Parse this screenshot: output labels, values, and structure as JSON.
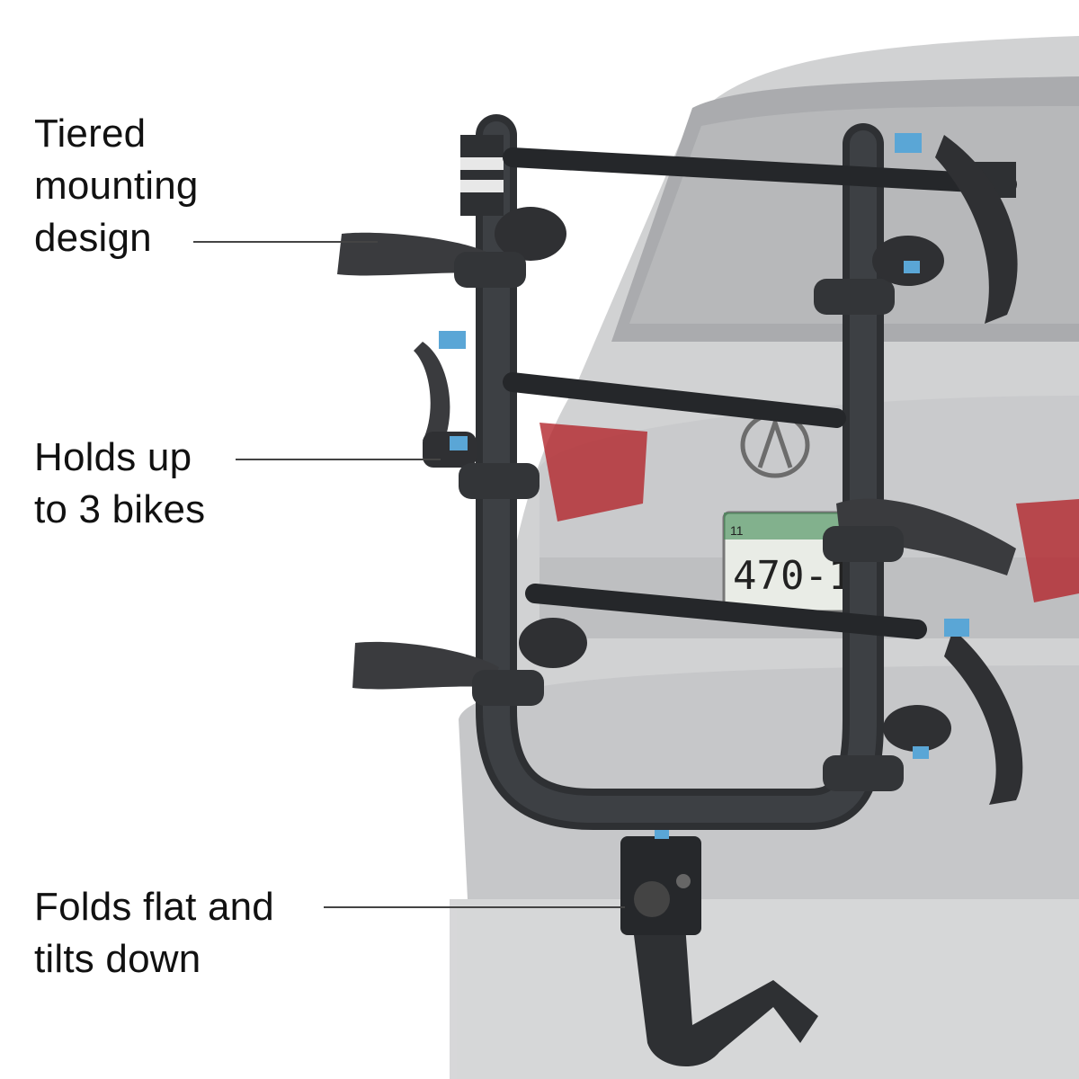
{
  "callouts": {
    "tiered": {
      "line1": "Tiered",
      "line2": "mounting",
      "line3": "design"
    },
    "capacity": {
      "line1": "Holds up",
      "line2": "to 3 bikes"
    },
    "fold": {
      "line1": "Folds flat and",
      "line2": "tilts down"
    }
  },
  "plate": {
    "text": "470-1",
    "prefix": "11"
  },
  "colors": {
    "background": "#ffffff",
    "rack_frame": "#2e3033",
    "cradle": "#3a3b3e",
    "strap_accent": "#5aa6d6",
    "vehicle": "#a7a8aa",
    "vehicle_dark": "#7c7e81",
    "taillight": "#b3262c"
  }
}
